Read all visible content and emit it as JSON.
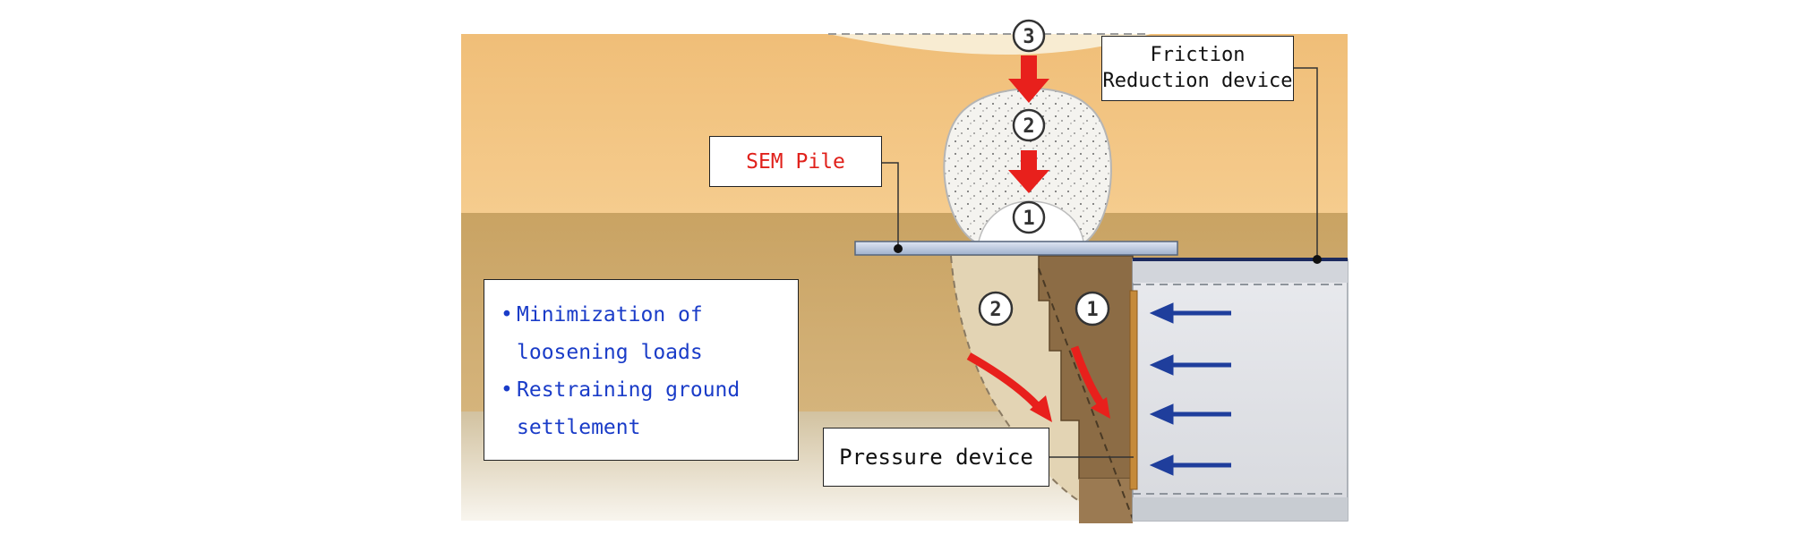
{
  "labels": {
    "sem_pile": "SEM Pile",
    "friction_line1": "Friction",
    "friction_line2": "Reduction device",
    "pressure_device": "Pressure device"
  },
  "benefits": {
    "bullet": "•",
    "items": [
      {
        "line1": "Minimization of",
        "line2": "loosening loads"
      },
      {
        "line1": "Restraining ground",
        "line2": "settlement"
      }
    ]
  },
  "markers": {
    "one": "1",
    "two": "2",
    "three": "3"
  },
  "colors": {
    "soil_upper": "#f2c27e",
    "soil_middle": "#cda86a",
    "soil_lower": "#d9c8a8",
    "loosened_zone": "#e3d4b4",
    "pile": "#8a6a42",
    "tunnel": "#dfe1e6",
    "arrow_red": "#e8201c",
    "arrow_blue": "#1f3e9c",
    "benefit_text": "#1a3cc8",
    "sem_label": "#e0211b"
  }
}
